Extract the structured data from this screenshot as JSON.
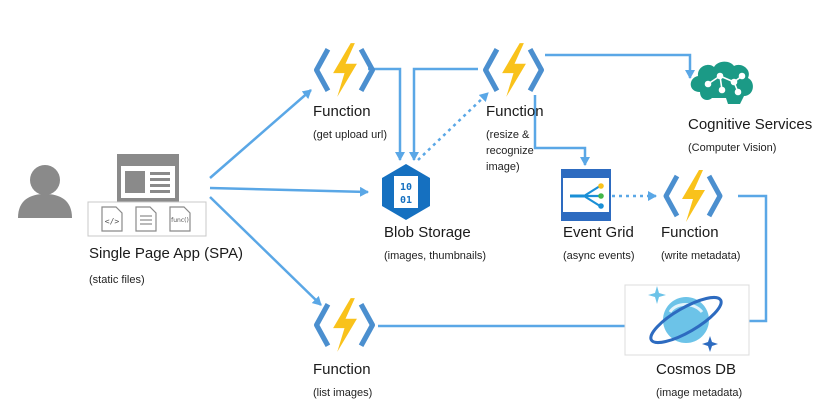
{
  "diagram": {
    "nodes": {
      "user": {
        "icon": "user-icon"
      },
      "spa": {
        "icon": "web-app-icon",
        "files": [
          {
            "label": "</>",
            "icon": "code-file-icon"
          },
          {
            "label": "",
            "icon": "document-file-icon"
          },
          {
            "label": "func()",
            "icon": "function-file-icon"
          }
        ],
        "title": "Single Page App (SPA)",
        "subtitle": "(static files)"
      },
      "fn_upload": {
        "icon": "azure-function-icon",
        "title": "Function",
        "subtitle": "(get upload url)"
      },
      "fn_resize": {
        "icon": "azure-function-icon",
        "title": "Function",
        "subtitle": "(resize &\nrecognize\nimage)"
      },
      "cognitive": {
        "icon": "brain-icon",
        "title": "Cognitive Services",
        "subtitle": "(Computer Vision)"
      },
      "blob": {
        "icon": "blob-storage-icon",
        "glyph_top": "10",
        "glyph_bottom": "01",
        "title": "Blob Storage",
        "subtitle": "(images, thumbnails)"
      },
      "eventgrid": {
        "icon": "event-grid-icon",
        "title": "Event Grid",
        "subtitle": "(async events)"
      },
      "fn_write": {
        "icon": "azure-function-icon",
        "title": "Function",
        "subtitle": "(write metadata)"
      },
      "fn_list": {
        "icon": "azure-function-icon",
        "title": "Function",
        "subtitle": "(list images)"
      },
      "cosmos": {
        "icon": "cosmos-db-icon",
        "title": "Cosmos DB",
        "subtitle": "(image metadata)"
      }
    },
    "colors": {
      "arrow": "#5aa7e6",
      "bolt": "#f9c21b",
      "bracket": "#4b8fcf",
      "blob": "#1570c0",
      "cognitive": "#1b9a86",
      "cosmos_ring": "#2d6bc0",
      "cosmos_sphere": "#6cc3e8",
      "gray": "#8a8a8a"
    }
  }
}
